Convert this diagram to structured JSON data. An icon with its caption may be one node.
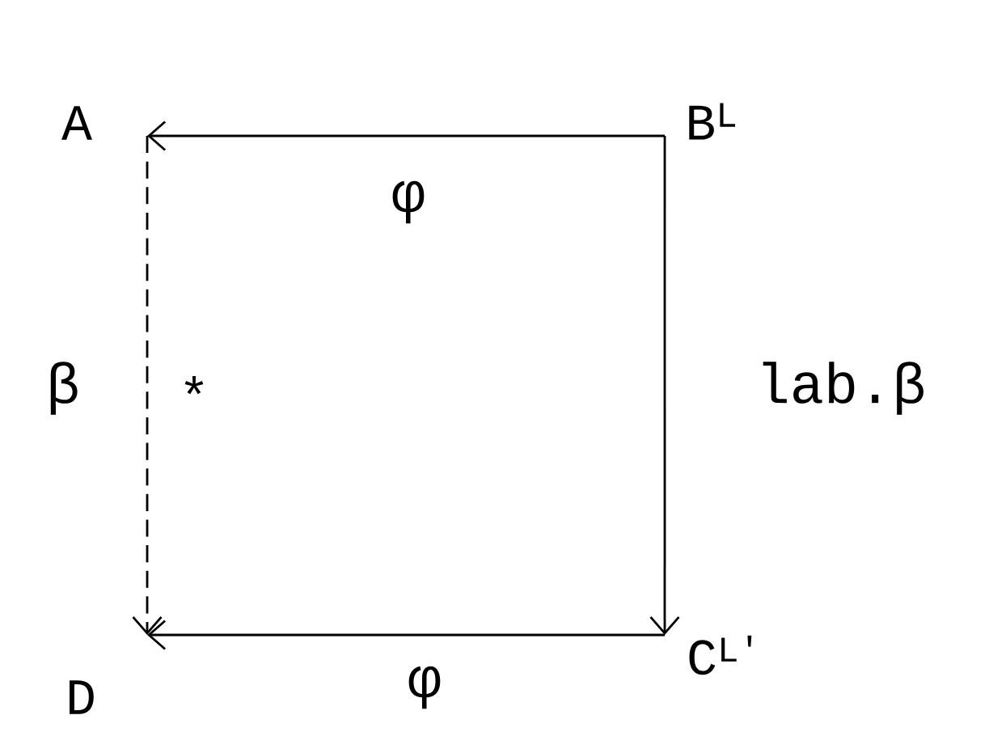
{
  "diagram": {
    "nodes": [
      {
        "text": [
          "A"
        ]
      },
      {
        "text": [
          "B$^{L}$"
        ]
      },
      {
        "text": [
          "C$^{L'}$"
        ]
      },
      {
        "text": [
          "D"
        ]
      }
    ],
    "edges": [
      {
        "from": 1,
        "to": 0,
        "arrow": "to",
        "label": "φ"
      },
      {
        "from": 1,
        "to": 2,
        "arrow": "to",
        "label": "lab.β"
      },
      {
        "from": 2,
        "to": 3,
        "arrow": "to",
        "label": "φ"
      },
      {
        "from": 0,
        "to": 3,
        "arrow": "to",
        "label": "β",
        "style": "dashed"
      }
    ],
    "labels": [
      "*"
    ]
  }
}
